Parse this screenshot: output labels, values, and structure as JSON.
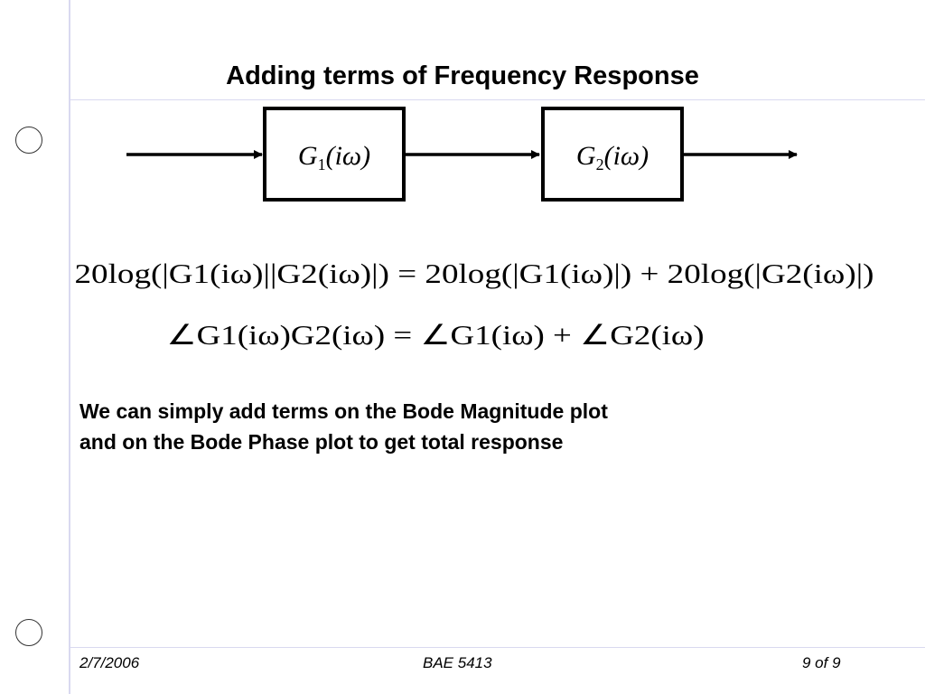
{
  "slide": {
    "title": "Adding terms of Frequency Response",
    "blocks": [
      {
        "symbol": "G",
        "subscript": "1",
        "argument": "(iω)"
      },
      {
        "symbol": "G",
        "subscript": "2",
        "argument": "(iω)"
      }
    ],
    "equations": {
      "magnitude": "20log(|G1(iω)||G2(iω)|) = 20log(|G1(iω)|) + 20log(|G2(iω)|)",
      "phase": "∠G1(iω)G2(iω) = ∠G1(iω) + ∠G2(iω)"
    },
    "body_lines": [
      "We can simply add terms on the Bode Magnitude plot",
      "and on the Bode Phase plot to get total response"
    ]
  },
  "footer": {
    "date": "2/7/2006",
    "course": "BAE 5413",
    "page": "9 of 9"
  }
}
